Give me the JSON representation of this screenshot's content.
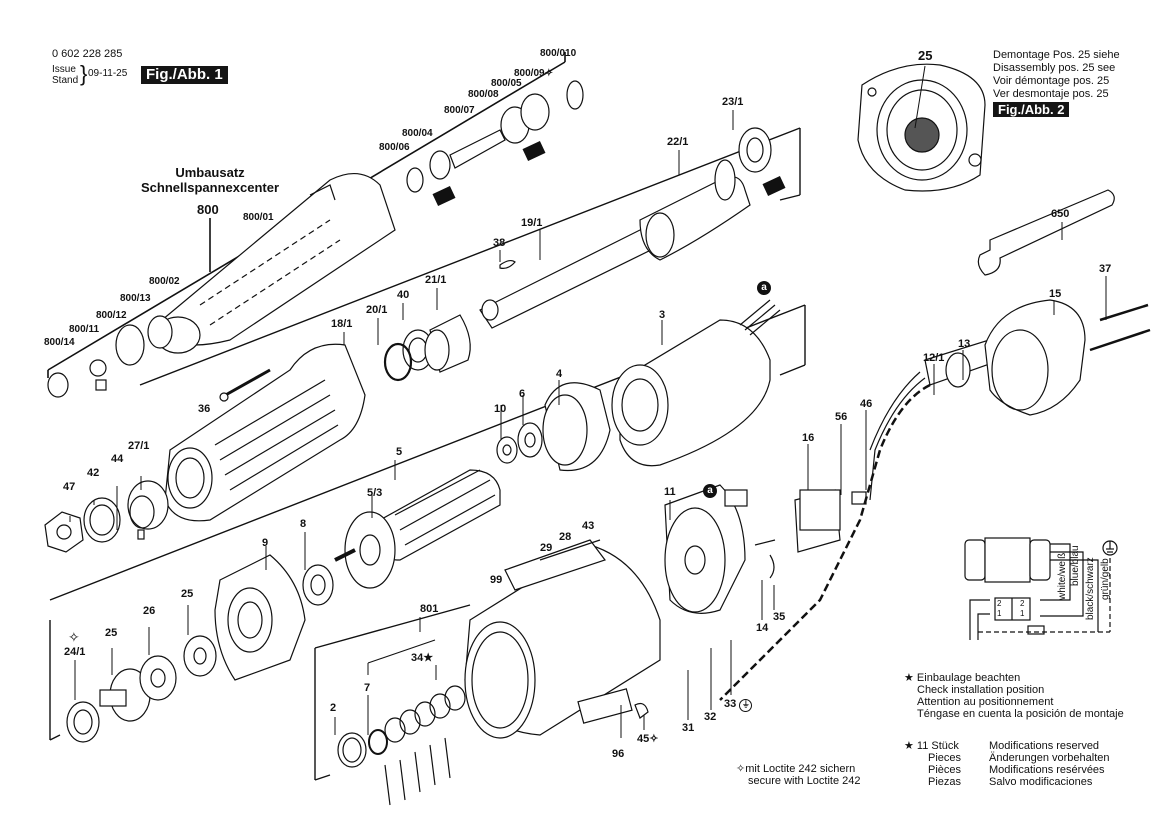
{
  "header": {
    "part_number": "0 602 228 285",
    "issue_label": "Issue",
    "stand_label": "Stand",
    "issue_date": "09-11-25",
    "fig1_label": "Fig./Abb. 1"
  },
  "fig2": {
    "callout": "25",
    "notes": [
      "Demontage Pos. 25 siehe",
      "Disassembly pos. 25 see",
      "Voir démontage pos. 25",
      "Ver desmontaje pos. 25"
    ],
    "label": "Fig./Abb. 2"
  },
  "kit": {
    "title_line1": "Umbausatz",
    "title_line2": "Schnellspannexcenter",
    "number": "800"
  },
  "callouts": {
    "p800_010": "800/010",
    "p800_09": "800/09",
    "p800_05": "800/05",
    "p800_08": "800/08",
    "p800_07": "800/07",
    "p800_04": "800/04",
    "p800_06": "800/06",
    "p800_01": "800/01",
    "p800_02": "800/02",
    "p800_13": "800/13",
    "p800_12": "800/12",
    "p800_11": "800/11",
    "p800_14": "800/14",
    "p23_1": "23/1",
    "p22_1": "22/1",
    "p19_1": "19/1",
    "p38": "38",
    "p21_1": "21/1",
    "p40": "40",
    "p20_1": "20/1",
    "p18_1": "18/1",
    "p36": "36",
    "p3": "3",
    "p4": "4",
    "p6": "6",
    "p10": "10",
    "p5": "5",
    "p5_3": "5/3",
    "p27_1": "27/1",
    "p44": "44",
    "p42": "42",
    "p47": "47",
    "p8": "8",
    "p9": "9",
    "p25a": "25",
    "p26": "26",
    "p25b": "25",
    "p24_1": "24/1",
    "p801": "801",
    "p34": "34",
    "p7": "7",
    "p2": "2",
    "p99": "99",
    "p29": "29",
    "p28": "28",
    "p43": "43",
    "p45": "45",
    "p96": "96",
    "p31": "31",
    "p32": "32",
    "p33": "33",
    "p11": "11",
    "p14": "14",
    "p35": "35",
    "p16": "16",
    "p56": "56",
    "p46": "46",
    "p12_1": "12/1",
    "p13": "13",
    "p15": "15",
    "p37": "37",
    "p650": "650",
    "a_marker": "a"
  },
  "wiring": {
    "wires": [
      "white/weiß",
      "blue/blau",
      "black/schwarz",
      "grün/gelb"
    ],
    "terminals": [
      "2",
      "2",
      "1",
      "1"
    ]
  },
  "legend": {
    "star_note": [
      "Einbaulage beachten",
      "Check installation position",
      "Attention au positionnement",
      "Téngase en cuenta la posición de montaje"
    ],
    "count_note_qty": "11 Stück",
    "count_note_words": [
      "Pieces",
      "Pièces",
      "Piezas"
    ],
    "modifications": [
      "Modifications reserved",
      "Änderungen vorbehalten",
      "Modifications resérvées",
      "Salvo modificaciones"
    ],
    "loctite": [
      "mit Loctite 242 sichern",
      "secure with Loctite 242"
    ]
  }
}
